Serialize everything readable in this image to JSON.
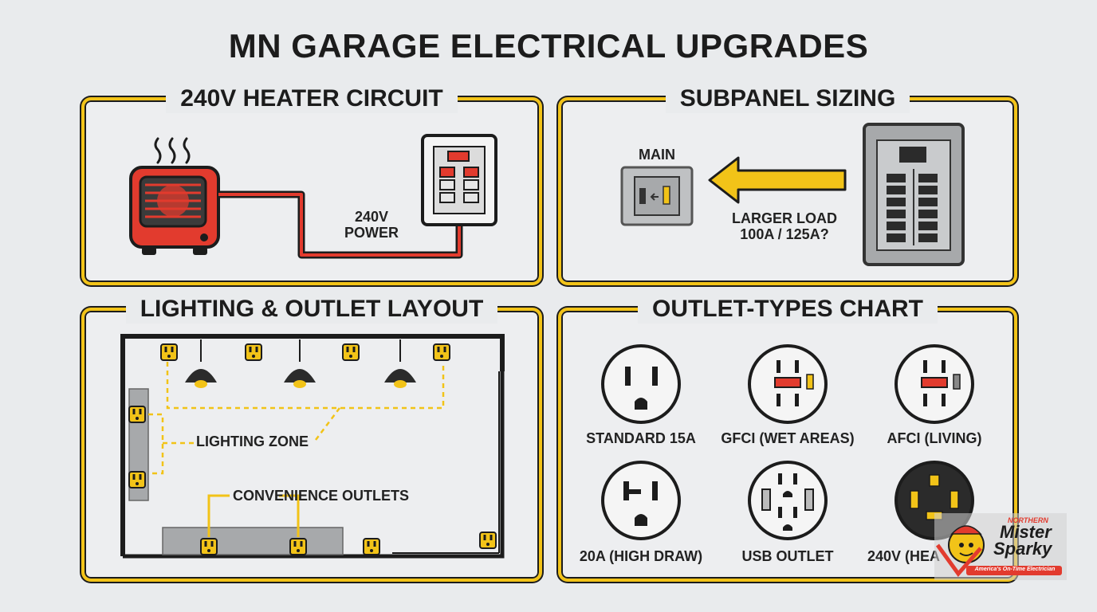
{
  "page_title": "MN GARAGE ELECTRICAL UPGRADES",
  "panels": {
    "heater": {
      "title": "240V HEATER CIRCUIT",
      "power_label_line1": "240V",
      "power_label_line2": "POWER"
    },
    "subpanel": {
      "title": "SUBPANEL SIZING",
      "main_label": "MAIN",
      "load_label_line1": "LARGER LOAD",
      "load_label_line2": "100A / 125A?"
    },
    "lighting": {
      "title": "LIGHTING & OUTLET LAYOUT",
      "lighting_zone_label": "LIGHTING ZONE",
      "convenience_label": "CONVENIENCE OUTLETS"
    },
    "outlets": {
      "title": "OUTLET-TYPES CHART",
      "types": [
        {
          "label": "STANDARD 15A",
          "icon": "standard-outlet-icon"
        },
        {
          "label": "GFCI (WET AREAS)",
          "icon": "gfci-outlet-icon"
        },
        {
          "label": "AFCI (LIVING)",
          "icon": "afci-outlet-icon"
        },
        {
          "label": "20A (HIGH DRAW)",
          "icon": "20a-outlet-icon"
        },
        {
          "label": "USB OUTLET",
          "icon": "usb-outlet-icon"
        },
        {
          "label": "240V (HEA",
          "icon": "240v-outlet-icon"
        }
      ]
    }
  },
  "logo": {
    "line1": "NORTHERN",
    "line2": "Mister",
    "line3": "Sparky",
    "tagline": "America's On-Time Electrician"
  },
  "colors": {
    "accent_yellow": "#f2c318",
    "heater_red": "#e23b2e",
    "outline": "#1c1c1c",
    "panel_gray": "#a7a9ab"
  }
}
